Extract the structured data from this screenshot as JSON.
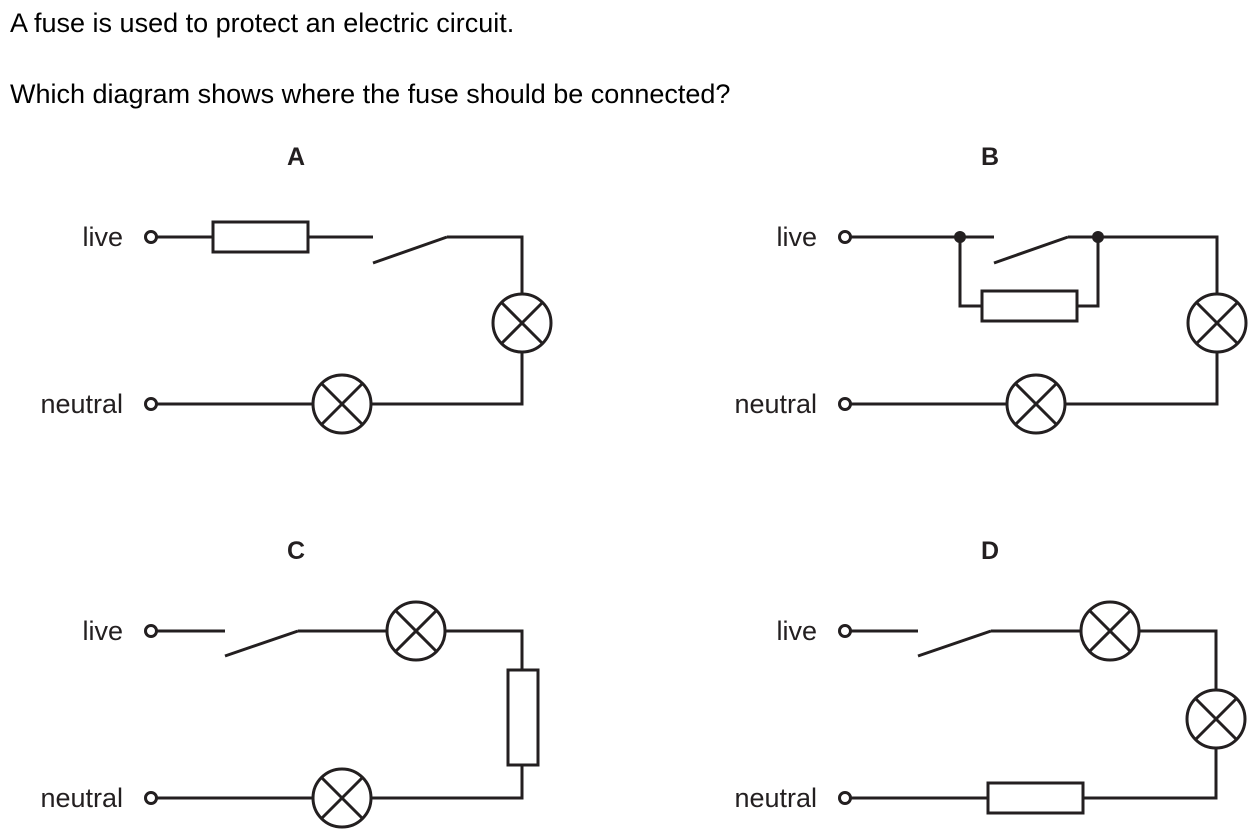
{
  "question": {
    "line1": "A fuse is used to protect an electric circuit.",
    "line2": "Which diagram shows where the fuse should be connected?"
  },
  "terminals": {
    "live": "live",
    "neutral": "neutral"
  },
  "options": [
    {
      "label": "A"
    },
    {
      "label": "B"
    },
    {
      "label": "C"
    },
    {
      "label": "D"
    }
  ],
  "colors": {
    "line": "#231f20",
    "background": "#ffffff"
  }
}
